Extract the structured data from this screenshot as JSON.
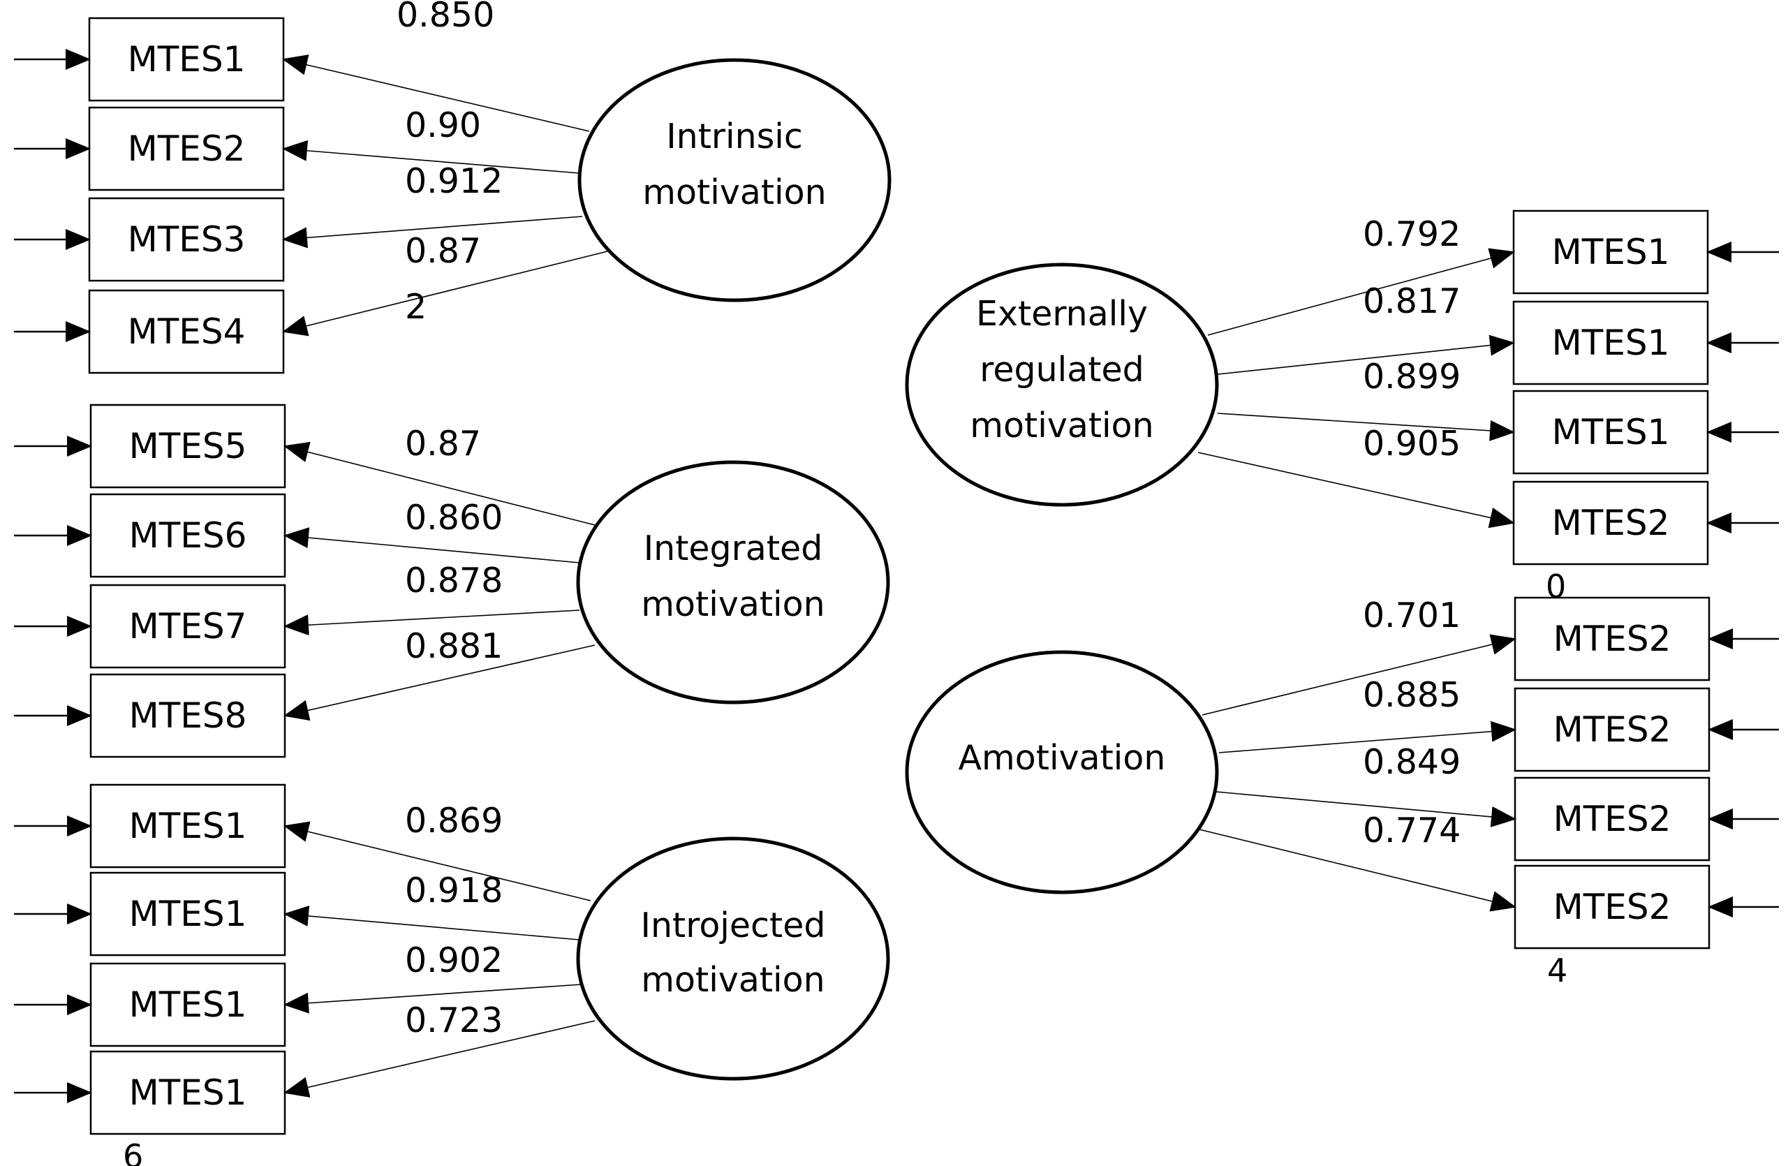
{
  "diagram": {
    "colors": {
      "stroke": "#000000",
      "background": "#ffffff"
    },
    "factors": [
      {
        "id": "intrinsic",
        "label_lines": [
          "Intrinsic",
          "motivation"
        ],
        "indicators": [
          {
            "label": "MTES1",
            "wrap": "",
            "coef": "0.850",
            "coef_wrap": ""
          },
          {
            "label": "MTES2",
            "wrap": "",
            "coef": "0.90",
            "coef_wrap": ""
          },
          {
            "label": "MTES3",
            "wrap": "",
            "coef": "0.912",
            "coef_wrap": ""
          },
          {
            "label": "MTES4",
            "wrap": "",
            "coef": "0.87",
            "coef_wrap": "2"
          }
        ]
      },
      {
        "id": "integrated",
        "label_lines": [
          "Integrated",
          "motivation"
        ],
        "indicators": [
          {
            "label": "MTES5",
            "wrap": "",
            "coef": "0.87",
            "coef_wrap": ""
          },
          {
            "label": "MTES6",
            "wrap": "",
            "coef": "0.860",
            "coef_wrap": ""
          },
          {
            "label": "MTES7",
            "wrap": "",
            "coef": "0.878",
            "coef_wrap": ""
          },
          {
            "label": "MTES8",
            "wrap": "",
            "coef": "0.881",
            "coef_wrap": ""
          }
        ]
      },
      {
        "id": "introjected",
        "label_lines": [
          "Introjected",
          "motivation"
        ],
        "indicators": [
          {
            "label": "MTES1",
            "wrap": "",
            "coef": "0.869",
            "coef_wrap": ""
          },
          {
            "label": "MTES1",
            "wrap": "",
            "coef": "0.918",
            "coef_wrap": ""
          },
          {
            "label": "MTES1",
            "wrap": "",
            "coef": "0.902",
            "coef_wrap": ""
          },
          {
            "label": "MTES1",
            "wrap": "6",
            "coef": "0.723",
            "coef_wrap": ""
          }
        ]
      },
      {
        "id": "external",
        "label_lines": [
          "Externally",
          "regulated",
          "motivation"
        ],
        "indicators": [
          {
            "label": "MTES1",
            "wrap": "",
            "coef": "0.792",
            "coef_wrap": ""
          },
          {
            "label": "MTES1",
            "wrap": "",
            "coef": "0.817",
            "coef_wrap": ""
          },
          {
            "label": "MTES1",
            "wrap": "",
            "coef": "0.899",
            "coef_wrap": ""
          },
          {
            "label": "MTES2",
            "wrap": "0",
            "coef": "0.905",
            "coef_wrap": ""
          }
        ]
      },
      {
        "id": "amotivation",
        "label_lines": [
          "Amotivation"
        ],
        "indicators": [
          {
            "label": "MTES2",
            "wrap": "",
            "coef": "0.701",
            "coef_wrap": ""
          },
          {
            "label": "MTES2",
            "wrap": "",
            "coef": "0.885",
            "coef_wrap": ""
          },
          {
            "label": "MTES2",
            "wrap": "",
            "coef": "0.849",
            "coef_wrap": ""
          },
          {
            "label": "MTES2",
            "wrap": "4",
            "coef": "0.774",
            "coef_wrap": ""
          }
        ]
      }
    ]
  }
}
